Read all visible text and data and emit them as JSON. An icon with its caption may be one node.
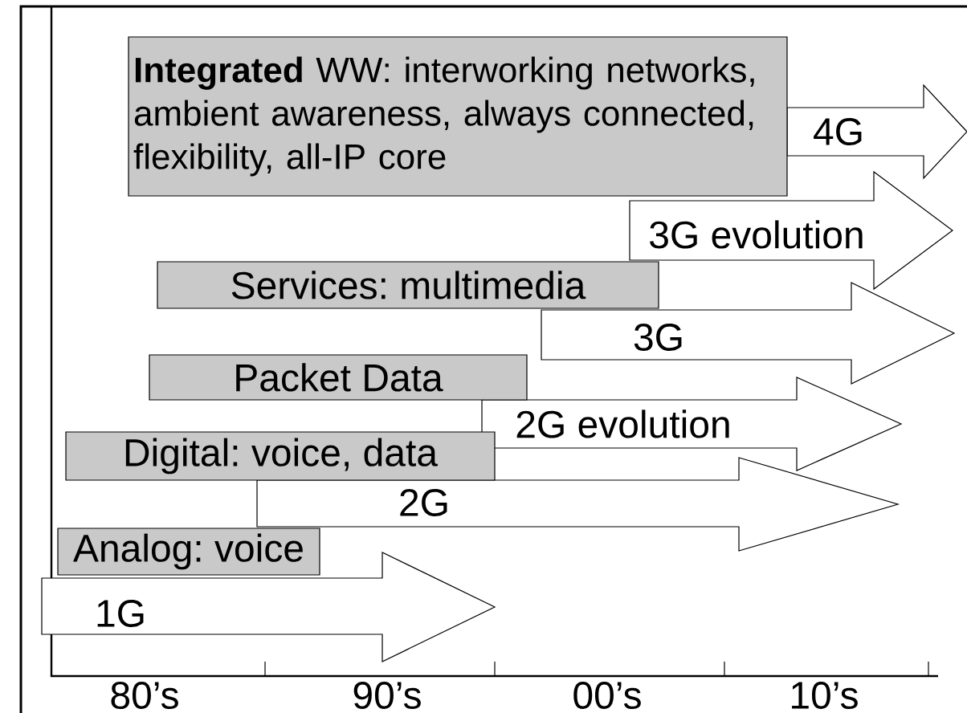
{
  "diagram": {
    "nodes": [
      {
        "text": [
          "**Integrated** WW: interworking networks, ambient awareness, always connected, flexibility, all-IP core"
        ]
      },
      {
        "text": [
          "4G"
        ]
      },
      {
        "text": [
          "3G evolution"
        ]
      },
      {
        "text": [
          "Services: multimedia"
        ]
      },
      {
        "text": [
          "3G"
        ]
      },
      {
        "text": [
          "Packet Data"
        ]
      },
      {
        "text": [
          "2G evolution"
        ]
      },
      {
        "text": [
          "Digital: voice, data"
        ]
      },
      {
        "text": [
          "2G"
        ]
      },
      {
        "text": [
          "Analog: voice"
        ]
      },
      {
        "text": [
          "1G"
        ]
      }
    ],
    "labels": [
      "80’s",
      "90’s",
      "00’s",
      "10’s"
    ]
  }
}
